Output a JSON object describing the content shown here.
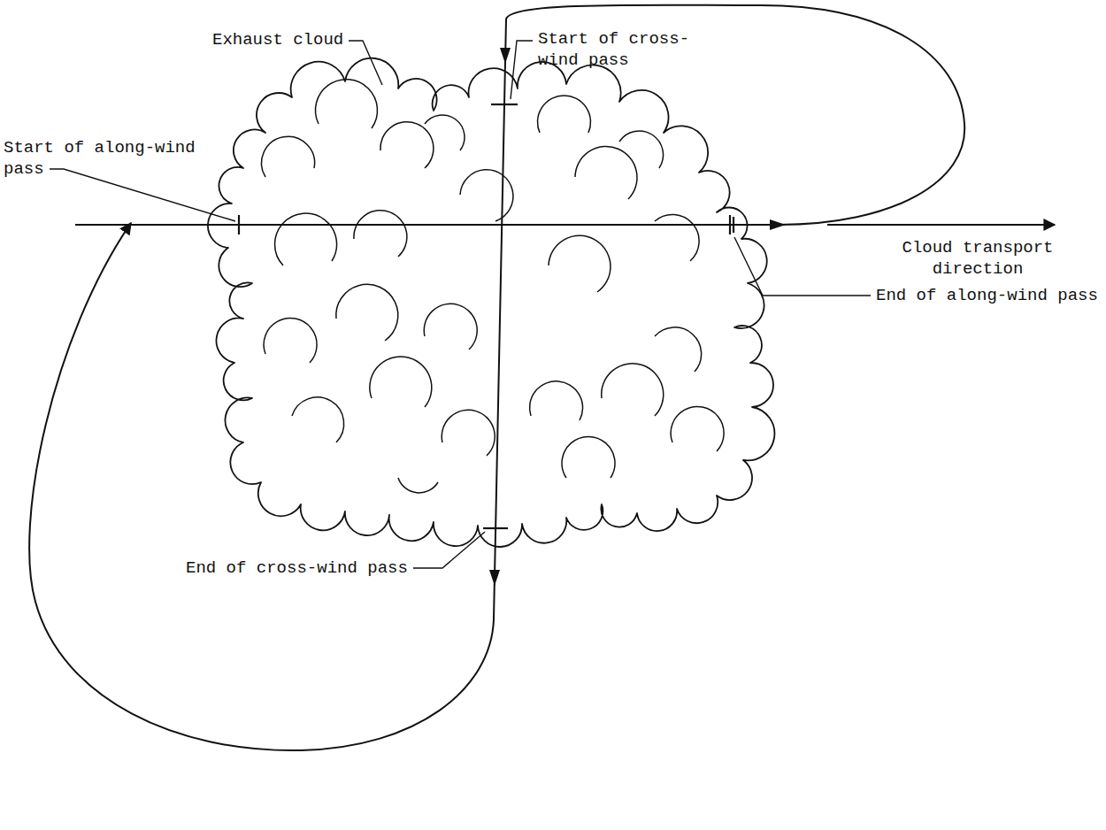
{
  "diagram": {
    "labels": [
      "Exhaust cloud",
      "Start of cross-wind pass",
      "Start of along-wind pass",
      "End of along-wind pass",
      "Cloud transport direction",
      "End of cross-wind pass"
    ]
  }
}
